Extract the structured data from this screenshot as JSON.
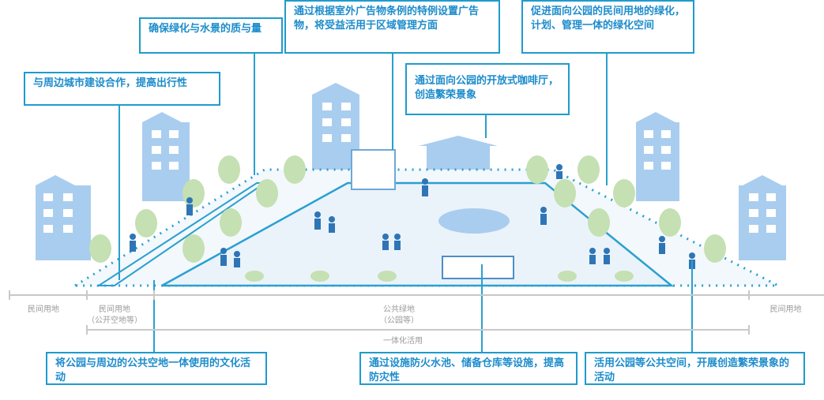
{
  "callouts": {
    "transit": "与周边城市建设合作，提高出行性",
    "greenery": "确保绿化与水景的质与量",
    "advertising": "通过根据室外广告物条例的特例设置广告物，将受益活用于区域管理方面",
    "cafe": "通过面向公园的开放式咖啡厅，创造繁荣景象",
    "private_green": "促进面向公园的民间用地的绿化，计划、管理一体的绿化空间",
    "culture": "将公园与周边的公共空地一体使用的文化活动",
    "disaster": "通过设施防火水池、储备仓库等设施，提高防灾性",
    "activities": "活用公园等公共空间，开展创造繁荣景象的活动"
  },
  "zones": {
    "private_left": "民间用地",
    "private_open_1": "民间用地",
    "private_open_2": "（公开空地等）",
    "public_green_1": "公共绿地",
    "public_green_2": "（公园等）",
    "private_right": "民间用地",
    "integrated": "一体化活用"
  },
  "colors": {
    "accent": "#1f9bcc",
    "building": "#a9cdef",
    "tree": "#c5e0b3",
    "people": "#2e75b6"
  }
}
